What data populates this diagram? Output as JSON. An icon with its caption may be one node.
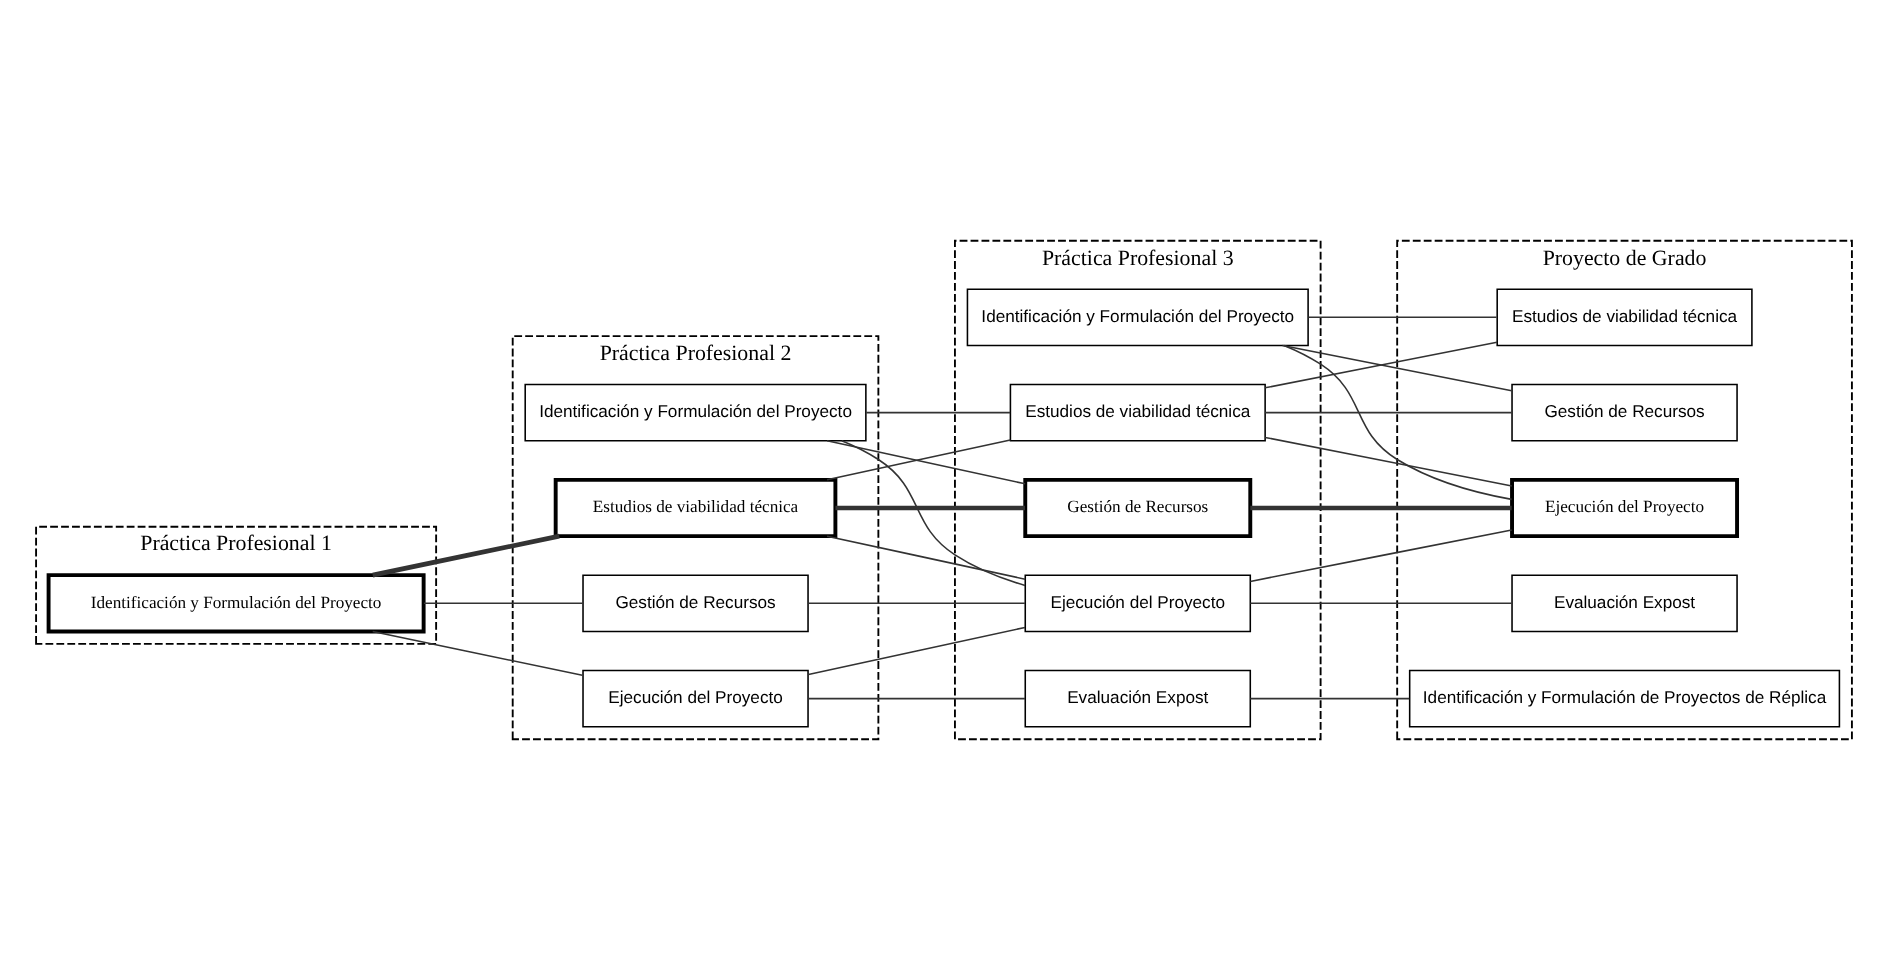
{
  "diagram": {
    "nodes": [
      {
        "text": [
          "Práctica Profesional 1"
        ]
      },
      {
        "text": [
          "Práctica Profesional 2"
        ]
      },
      {
        "text": [
          "Práctica Profesional 3"
        ]
      },
      {
        "text": [
          "Proyecto de Grado"
        ]
      },
      {
        "text": [
          "Identificación y Formulación del Proyecto"
        ],
        "in": 0
      },
      {
        "text": [
          "Identificación y Formulación del Proyecto"
        ],
        "in": 1
      },
      {
        "text": [
          "Estudios de viabilidad técnica"
        ],
        "in": 1
      },
      {
        "text": [
          "Gestión de Recursos"
        ],
        "in": 1
      },
      {
        "text": [
          "Ejecución del Proyecto"
        ],
        "in": 1
      },
      {
        "text": [
          "Identificación y Formulación del Proyecto"
        ],
        "in": 2
      },
      {
        "text": [
          "Estudios de viabilidad técnica"
        ],
        "in": 2
      },
      {
        "text": [
          "Gestión de Recursos"
        ],
        "in": 2
      },
      {
        "text": [
          "Ejecución del Proyecto"
        ],
        "in": 2
      },
      {
        "text": [
          "Evaluación Expost"
        ],
        "in": 2
      },
      {
        "text": [
          "Estudios de viabilidad técnica"
        ],
        "in": 3
      },
      {
        "text": [
          "Gestión de Recursos"
        ],
        "in": 3
      },
      {
        "text": [
          "Ejecución del Proyecto"
        ],
        "in": 3
      },
      {
        "text": [
          "Evaluación Expost"
        ],
        "in": 3
      },
      {
        "text": [
          "Identificación y Formulación de Proyectos de Réplica"
        ],
        "in": 3
      }
    ],
    "edges": [
      {
        "from": 4,
        "to": 6,
        "arrow": "none",
        "style": "thick"
      },
      {
        "from": 4,
        "to": 7,
        "arrow": "none"
      },
      {
        "from": 4,
        "to": 8,
        "arrow": "none"
      },
      {
        "from": 5,
        "to": 10,
        "arrow": "none"
      },
      {
        "from": 5,
        "to": 11,
        "arrow": "none"
      },
      {
        "from": 5,
        "to": 12,
        "arrow": "none"
      },
      {
        "from": 6,
        "to": 10,
        "arrow": "none"
      },
      {
        "from": 6,
        "to": 11,
        "arrow": "none",
        "style": "thick"
      },
      {
        "from": 6,
        "to": 12,
        "arrow": "none"
      },
      {
        "from": 7,
        "to": 12,
        "arrow": "none"
      },
      {
        "from": 8,
        "to": 12,
        "arrow": "none"
      },
      {
        "from": 8,
        "to": 13,
        "arrow": "none"
      },
      {
        "from": 9,
        "to": 14,
        "arrow": "none"
      },
      {
        "from": 9,
        "to": 15,
        "arrow": "none"
      },
      {
        "from": 9,
        "to": 16,
        "arrow": "none"
      },
      {
        "from": 10,
        "to": 14,
        "arrow": "none"
      },
      {
        "from": 10,
        "to": 15,
        "arrow": "none"
      },
      {
        "from": 10,
        "to": 16,
        "arrow": "none"
      },
      {
        "from": 11,
        "to": 16,
        "arrow": "none",
        "style": "thick"
      },
      {
        "from": 12,
        "to": 16,
        "arrow": "none"
      },
      {
        "from": 12,
        "to": 17,
        "arrow": "none"
      },
      {
        "from": 13,
        "to": 18,
        "arrow": "none"
      }
    ]
  }
}
